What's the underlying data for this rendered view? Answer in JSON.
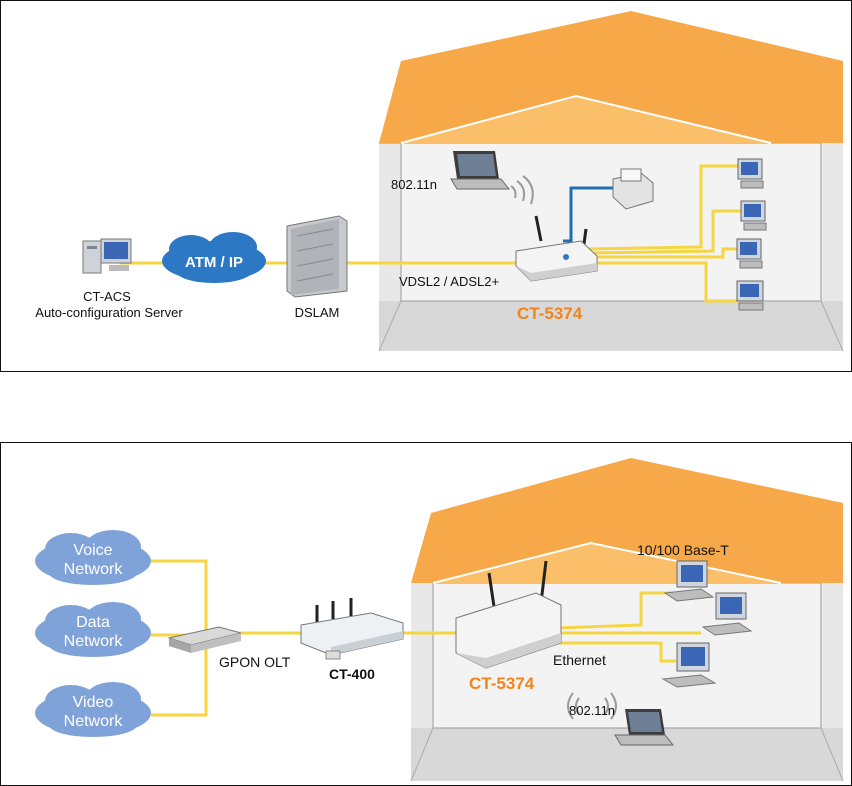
{
  "diagram_top": {
    "server_name": "CT-ACS",
    "server_desc": "Auto-configuration Server",
    "cloud_label": "ATM / IP",
    "dslam_label": "DSLAM",
    "link_label": "VDSL2 / ADSL2+",
    "wifi_label": "802.11n",
    "router_model": "CT-5374"
  },
  "diagram_bottom": {
    "clouds": [
      {
        "line1": "Voice",
        "line2": "Network"
      },
      {
        "line1": "Data",
        "line2": "Network"
      },
      {
        "line1": "Video",
        "line2": "Network"
      }
    ],
    "olt_label": "GPON OLT",
    "ont_label": "CT-400",
    "router_model": "CT-5374",
    "ethernet_label": "Ethernet",
    "lan_label": "10/100 Base-T",
    "wifi_label": "802.11n"
  },
  "colors": {
    "roof": "#f7a94a",
    "roof_light": "#fbbf6a",
    "wall": "#e9e9e9",
    "floor": "#d9d9d9",
    "cable": "#f5d642",
    "cloud": "#7fa3d8",
    "model_text": "#f0851e"
  }
}
